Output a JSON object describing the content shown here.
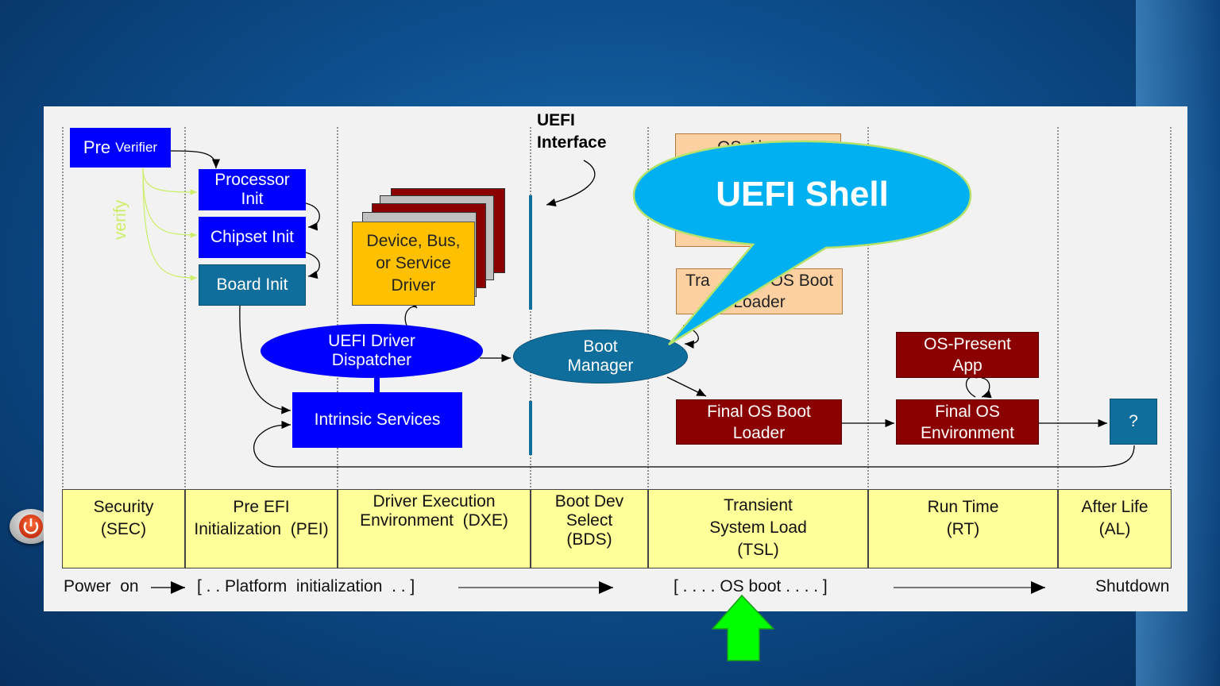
{
  "uefi_interface": {
    "line1": "UEFI",
    "line2": "Interface"
  },
  "boxes": {
    "pre_verifier": {
      "big": "Pre",
      "small": "Verifier"
    },
    "processor_init": {
      "l1": "Processor",
      "l2": "Init"
    },
    "chipset_init": "Chipset Init",
    "board_init": "Board Init",
    "device_driver": {
      "l1": "Device,  Bus,",
      "l2": "or Service",
      "l3": "Driver"
    },
    "uefi_driver_dispatcher": {
      "l1": "UEFI Driver",
      "l2": "Dispatcher"
    },
    "intrinsic_services": "Intrinsic Services",
    "boot_manager": {
      "l1": "Boot",
      "l2": "Manager"
    },
    "os_absent_app": {
      "l1": "OS-Absent"
    },
    "transient_os_boot_loader": {
      "l1": "Tra         nt OS Boot",
      "l2": "Loader"
    },
    "final_os_boot_loader": {
      "l1": "Final OS Boot",
      "l2": "Loader"
    },
    "os_present_app": {
      "l1": "OS-Present",
      "l2": "App"
    },
    "final_os_environment": {
      "l1": "Final OS",
      "l2": "Environment"
    },
    "after_life_box": "?"
  },
  "verify_label": "verify",
  "callout": "UEFI Shell",
  "phases": [
    {
      "l1": "Security",
      "l2": "(SEC)"
    },
    {
      "l1": "Pre EFI",
      "l2": "Initialization  (PEI)"
    },
    {
      "l1": "Driver Execution",
      "l2": "Environment  (DXE)"
    },
    {
      "l1": "Boot Dev",
      "l2": "Select",
      "l3": "(BDS)"
    },
    {
      "l1": "Transient",
      "l2": "System Load",
      "l3": "(TSL)"
    },
    {
      "l1": "Run Time",
      "l2": "(RT)"
    },
    {
      "l1": "After Life",
      "l2": "(AL)"
    }
  ],
  "timeline": {
    "power_on": "Power  on",
    "platform_init": "[ . . Platform  initialization  . . ]",
    "os_boot": "[ . . . . OS boot . . . . ]",
    "shutdown": "Shutdown"
  },
  "colors": {
    "blue": "#0000ff",
    "teal": "#106e9c",
    "dark_red": "#8b0000",
    "peach": "#fcd0a0",
    "yellow_phase": "#ffff99",
    "callout": "#00b0f0",
    "arrow_green": "#00ff00"
  }
}
